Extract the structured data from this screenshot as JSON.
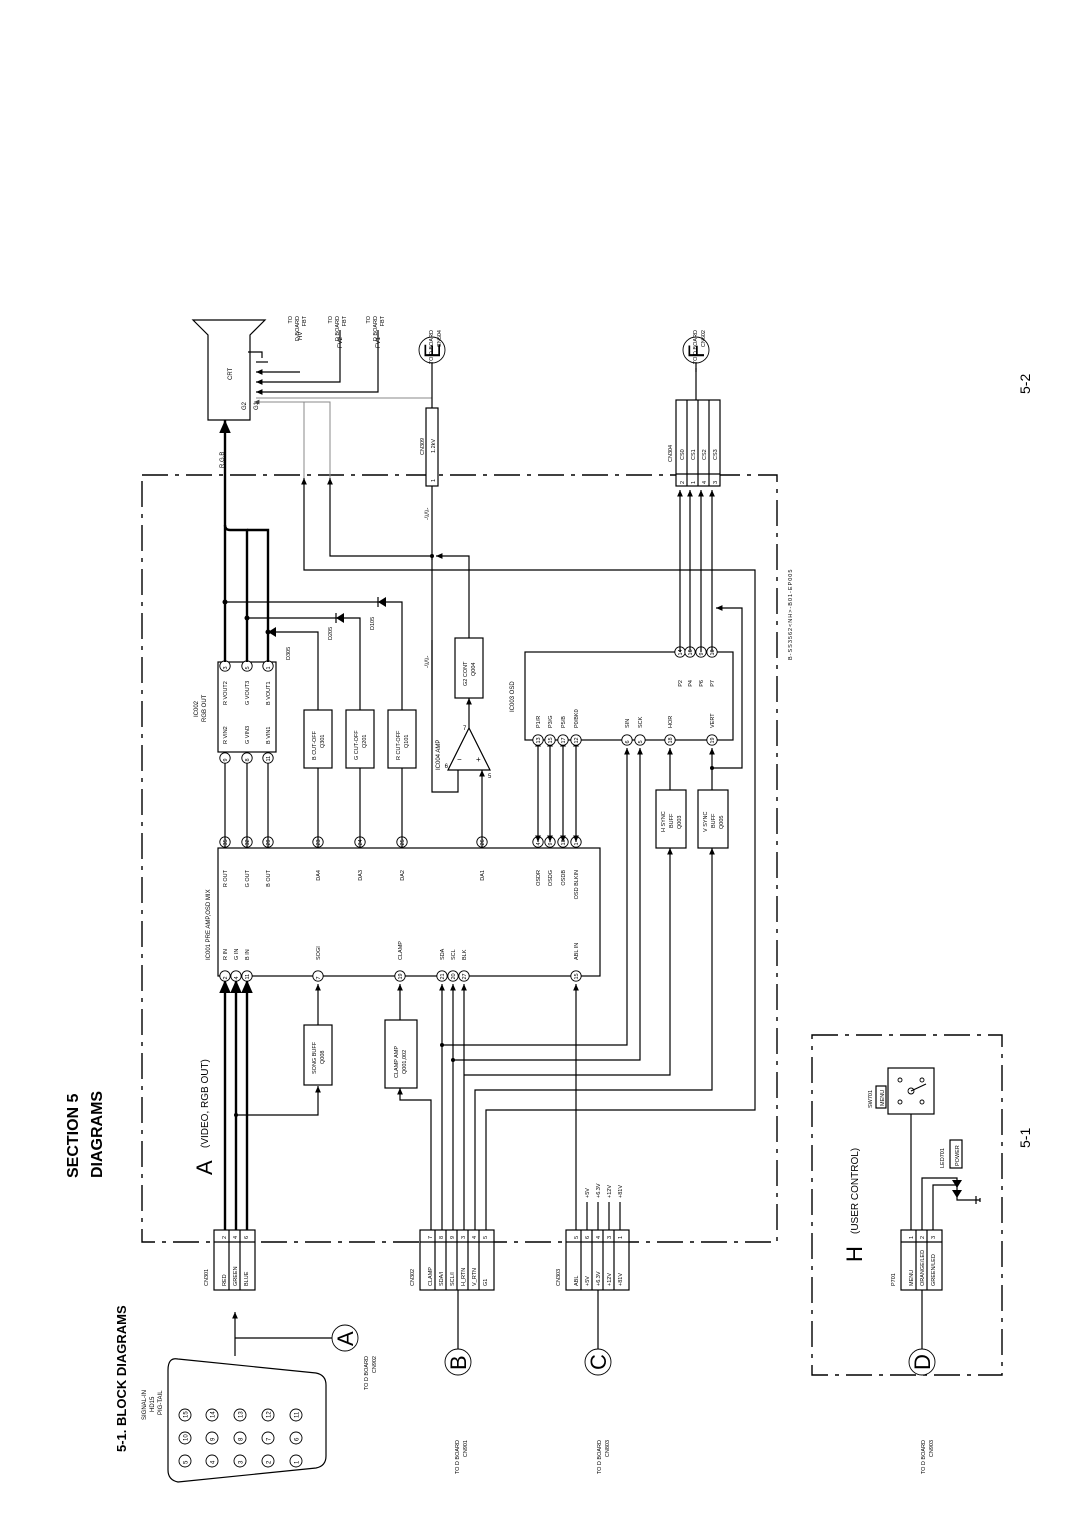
{
  "page": {
    "section": "SECTION 5",
    "diagrams": "DIAGRAMS",
    "subtitle": "5-1.  BLOCK  DIAGRAMS",
    "page_left": "5-1",
    "page_right": "5-2",
    "doc_code": "B-SS3562<NH>-B01-EP005"
  },
  "board_a": {
    "letter": "A",
    "name": "(VIDEO, RGB OUT)"
  },
  "board_h": {
    "letter": "H",
    "name": "(USER CONTROL)"
  },
  "connector_hd15": {
    "title": [
      "SIGNAL-IN",
      "HD15",
      "PIG-TAIL"
    ],
    "pins": [
      "5",
      "10",
      "15",
      "4",
      "9",
      "14",
      "3",
      "8",
      "13",
      "2",
      "7",
      "12",
      "1",
      "6",
      "11"
    ]
  },
  "cn301": {
    "name": "CN301",
    "rows": [
      [
        "RED",
        "2"
      ],
      [
        "GREEN",
        "4"
      ],
      [
        "BLUE",
        "6"
      ]
    ]
  },
  "cn302": {
    "name": "CN302",
    "rows": [
      [
        "CLAMP",
        "7"
      ],
      [
        "SDA/I",
        "8"
      ],
      [
        "SCL/I",
        "9"
      ],
      [
        "H_RTN",
        "3"
      ],
      [
        "V_RTN",
        "4"
      ],
      [
        "G1",
        "5"
      ]
    ]
  },
  "cn303": {
    "name": "CN303",
    "rows": [
      [
        "ABL",
        "5"
      ],
      [
        "+5V",
        "6"
      ],
      [
        "+6.3V",
        "4"
      ],
      [
        "+12V",
        "3"
      ],
      [
        "+81V",
        "1"
      ]
    ]
  },
  "p701": {
    "name": "P701",
    "rows": [
      [
        "MENU",
        "1"
      ],
      [
        "ORANGE/LED",
        "2"
      ],
      [
        "GREEN/LED",
        "3"
      ]
    ]
  },
  "cn309": {
    "name": "CN309",
    "pin": "1",
    "label": "1.2kV"
  },
  "cn304": {
    "name": "CN304",
    "rows": [
      [
        "CS0",
        "2"
      ],
      [
        "CS1",
        "1"
      ],
      [
        "CS2",
        "4"
      ],
      [
        "CS3",
        "3"
      ]
    ]
  },
  "circles": {
    "a": {
      "letter": "A",
      "line1": "TO D BOARD",
      "line2": "CN902"
    },
    "b": {
      "letter": "B",
      "line1": "TO D BOARD",
      "line2": "CN901"
    },
    "c": {
      "letter": "C",
      "line1": "TO D BOARD",
      "line2": "CN803"
    },
    "d": {
      "letter": "D",
      "line1": "TO D BOARD",
      "line2": "CN903"
    },
    "e": {
      "letter": "E",
      "line1": "TO D BOARD",
      "line2": "CN504"
    },
    "f": {
      "letter": "F",
      "line1": "TO D BOARD",
      "line2": "CN602"
    }
  },
  "power_rails": [
    "+5V",
    "+6.3V",
    "+12V",
    "+81V"
  ],
  "sog_buff": [
    "SONG BUFF",
    "Q008"
  ],
  "clamp_amp": [
    "CLAMP AMP",
    "Q001,002"
  ],
  "ic001": {
    "name": "IC001 PRE AMP,OSD MIX",
    "left": [
      [
        "2",
        "R IN"
      ],
      [
        "4",
        "G IN"
      ],
      [
        "11",
        "B IN"
      ],
      [
        "7",
        "SOGI"
      ],
      [
        "19",
        "CLAMP"
      ],
      [
        "21",
        "SDA"
      ],
      [
        "20",
        "SCL"
      ],
      [
        "27",
        "BLK"
      ],
      [
        "15",
        "ABL IN"
      ]
    ],
    "right": [
      [
        "35",
        "R OUT"
      ],
      [
        "32",
        "G OUT"
      ],
      [
        "29",
        "B OUT"
      ],
      [
        "23",
        "DA4"
      ],
      [
        "24",
        "DA3"
      ],
      [
        "25",
        "DA2"
      ],
      [
        "26",
        "DA1"
      ],
      [
        "4",
        "OSDR"
      ],
      [
        "9",
        "OSDG"
      ],
      [
        "13",
        "OSDB"
      ],
      [
        "1",
        "OSD BLKIN"
      ]
    ]
  },
  "ic002": {
    "name": "IC002",
    "desc": "RGB OUT",
    "left": [
      [
        "9",
        "R VIN2"
      ],
      [
        "8",
        "G VIN3"
      ],
      [
        "11",
        "B VIN1"
      ]
    ],
    "right": [
      [
        "3",
        "R VOUT2"
      ],
      [
        "5",
        "G VOUT3"
      ],
      [
        "1",
        "B VOUT1"
      ]
    ]
  },
  "cutoffs": [
    [
      "B CUT-OFF",
      "Q301"
    ],
    [
      "G CUT-OFF",
      "Q201"
    ],
    [
      "R CUT-OFF",
      "Q101"
    ]
  ],
  "diodes": [
    "D305",
    "D205",
    "D105"
  ],
  "ic004": {
    "name": "IC004 AMP",
    "pins": [
      "6",
      "7",
      "5"
    ]
  },
  "g2_cont": [
    "G2 CONT",
    "Q004"
  ],
  "syncs": [
    [
      "H SYNC",
      "BUFF",
      "Q003"
    ],
    [
      "V SYNC",
      "BUFF",
      "Q005"
    ]
  ],
  "ic003": {
    "name": "IC003 OSD",
    "left": [
      [
        "13",
        "P1/R"
      ],
      [
        "15",
        "P3/G"
      ],
      [
        "17",
        "P5/B"
      ],
      [
        "12",
        "P0/BK0"
      ],
      [
        "6",
        "SIN"
      ],
      [
        "5",
        "SCK"
      ],
      [
        "18",
        "HOR"
      ],
      [
        "19",
        "VERT"
      ]
    ],
    "right": [
      [
        "14",
        "P2"
      ],
      [
        "16",
        "P4"
      ],
      [
        "9",
        "P6"
      ],
      [
        "10",
        "P7"
      ]
    ]
  },
  "crt": {
    "name": "CRT",
    "rgb": "R,G,B",
    "g2": "G2",
    "g1": "G1",
    "hv": "HV",
    "fv2": "FV2",
    "fv1": "FV1",
    "to_hv": [
      "TO",
      "D BOARD",
      "FBT"
    ],
    "to_fv2": [
      "TO",
      "D BOARD",
      "FBT"
    ],
    "to_fv1": [
      "TO",
      "D BOARD",
      "FBT"
    ]
  },
  "sw701": {
    "name": "SW701",
    "label": "MENU"
  },
  "led701": {
    "name": "LED701",
    "label": "POWER"
  }
}
